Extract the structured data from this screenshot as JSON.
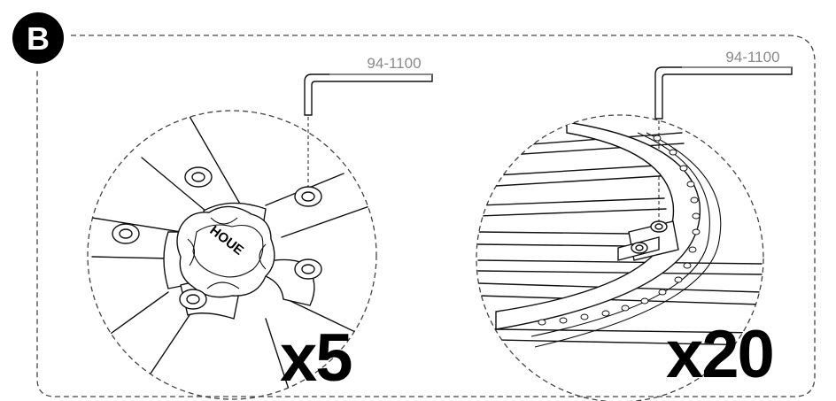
{
  "step": {
    "letter": "B"
  },
  "left_panel": {
    "tool_part_number": "94-1100",
    "quantity": "x5",
    "hub_brand": "HOUE"
  },
  "right_panel": {
    "tool_part_number": "94-1100",
    "quantity": "x20"
  },
  "colors": {
    "ink": "#000000",
    "label_gray": "#8a8a8a",
    "background": "#ffffff"
  },
  "icons": [
    "allen-key-icon",
    "hex-bolt-icon"
  ]
}
